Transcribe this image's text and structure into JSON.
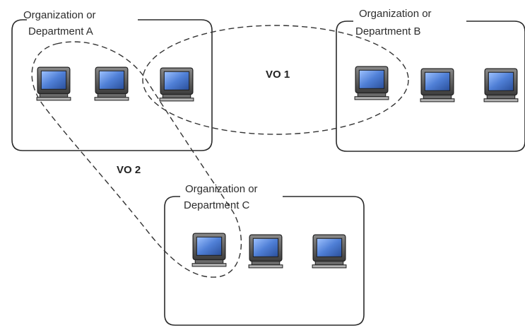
{
  "organizations": [
    {
      "id": "A",
      "label_line1": "Organization or",
      "label_line2": "Department  A"
    },
    {
      "id": "B",
      "label_line1": "Organization or",
      "label_line2": "Department  B"
    },
    {
      "id": "C",
      "label_line1": "Organization or",
      "label_line2": "Department  C"
    }
  ],
  "virtual_orgs": [
    {
      "id": "vo1",
      "label": "VO 1"
    },
    {
      "id": "vo2",
      "label": "VO 2"
    }
  ],
  "colors": {
    "box_stroke": "#2a2a2a",
    "dashed_stroke": "#333333",
    "screen_fill": "#4f7fd6",
    "monitor_body": "#5a5a5a"
  },
  "icons": {
    "computer": "computer-icon"
  }
}
